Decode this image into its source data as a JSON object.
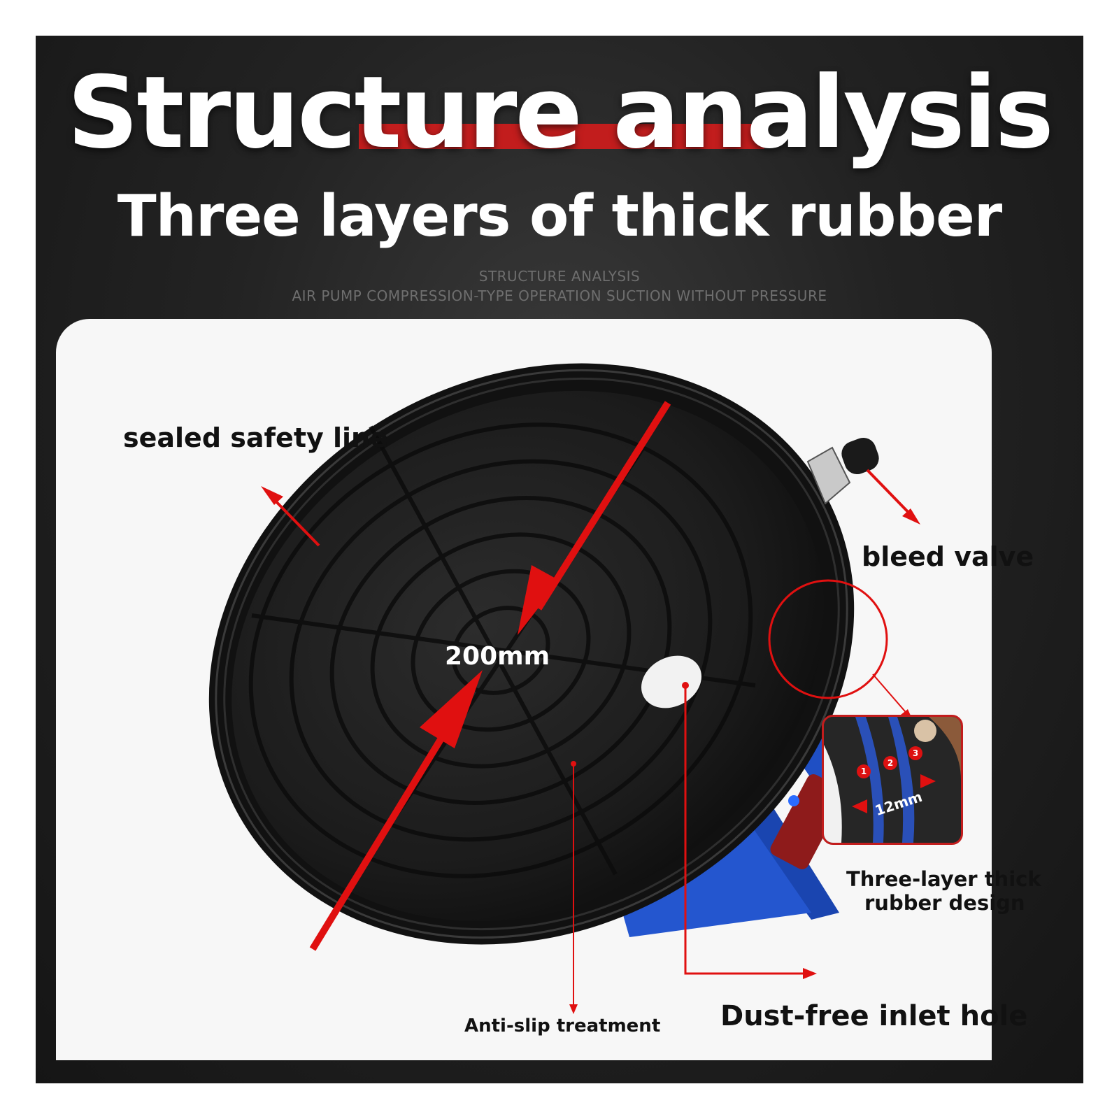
{
  "header": {
    "title": "Structure analysis",
    "subtitle": "Three layers of thick rubber",
    "caption_line1": "STRUCTURE ANALYSIS",
    "caption_line2": "AIR PUMP COMPRESSION-TYPE OPERATION SUCTION WITHOUT PRESSURE"
  },
  "callouts": {
    "sealed_safety_line": "sealed safety line",
    "bleed_valve": "bleed valve",
    "diameter": "200mm",
    "three_layer_line1": "Three-layer thick",
    "three_layer_line2": "rubber design",
    "anti_slip": "Anti-slip treatment",
    "dust_free": "Dust-free inlet hole"
  },
  "inset": {
    "markers": [
      "1",
      "2",
      "3"
    ],
    "thickness": "12mm"
  },
  "colors": {
    "accent_red": "#e01010",
    "bar_red": "#c21d1d",
    "background_dark": "#1c1c1c",
    "panel": "#f7f7f7",
    "cup_black": "#1a1a1a",
    "base_blue": "#1f4fc4"
  }
}
